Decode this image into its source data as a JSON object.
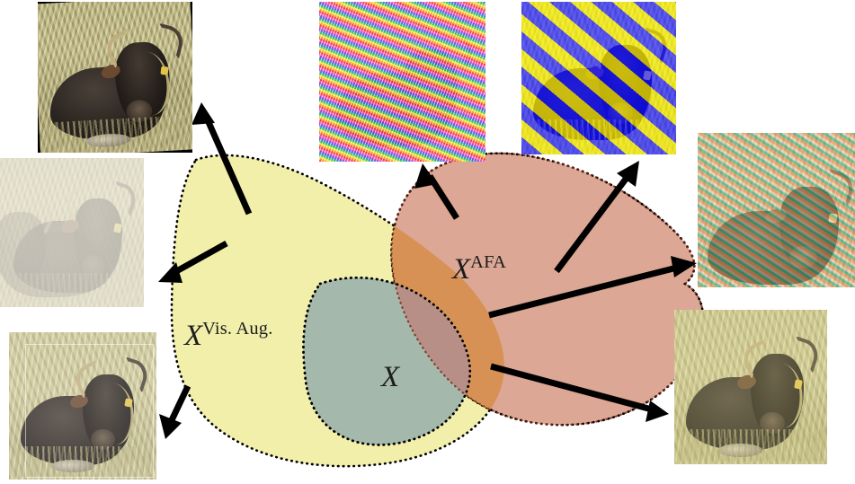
{
  "figure": {
    "type": "venn-style set diagram with image examples",
    "caption_labels": {
      "visual_augmentation_set": "X",
      "visual_augmentation_sup": "Vis. Aug.",
      "afa_set": "X",
      "afa_sup": "AFA",
      "clean_set": "X"
    }
  },
  "colors": {
    "yellow_set_fill": "#F1EFAA",
    "salmon_set_fill": "#DCA794",
    "teal_set_fill": "#A5B8AC",
    "yellow_salmon_overlap": "#D79154",
    "teal_salmon_overlap": "#B78F87",
    "outline": "#000000",
    "arrow": "#000000",
    "background": "#FFFFFF",
    "label_text": "#1C1C1C"
  },
  "sets": [
    {
      "id": "vis-aug-set",
      "label_base": "X",
      "label_sup": "Vis. Aug.",
      "fill": "#F1EFAA",
      "border": "dotted"
    },
    {
      "id": "afa-set",
      "label_base": "X",
      "label_sup": "AFA",
      "fill": "#DCA794",
      "border": "dotted"
    },
    {
      "id": "clean-set",
      "label_base": "X",
      "label_sup": "",
      "fill": "#A5B8AC",
      "border": "dotted"
    }
  ],
  "images": [
    {
      "id": "rotated-bull",
      "position": "top-left",
      "subject": "black bull lying in dry grass",
      "transform": "rotation / affine warp with black border",
      "belongs_to": "vis-aug-set"
    },
    {
      "id": "mixup-bull",
      "position": "mid-left",
      "subject": "black bull lying in dry grass",
      "transform": "washed-out mixup / overlay blend",
      "belongs_to": "vis-aug-set"
    },
    {
      "id": "colorjitter-bull",
      "position": "bottom-left",
      "subject": "black bull lying in dry grass",
      "transform": "brightness / contrast jitter with crop frame",
      "belongs_to": "vis-aug-set"
    },
    {
      "id": "rainbow-noise",
      "position": "top-center",
      "subject": "bull barely visible under adversarial noise",
      "transform": "high-frequency rainbow stripe perturbation",
      "belongs_to": "afa-set"
    },
    {
      "id": "blue-gold-stripes",
      "position": "top-right",
      "subject": "black bull under blue and yellow stripes",
      "transform": "coarse amplitude frequency attack stripes",
      "belongs_to": "afa-set"
    },
    {
      "id": "mint-orange-stripes",
      "position": "right",
      "subject": "black bull under green and orange fine stripes",
      "transform": "fine diagonal frequency attack pattern",
      "belongs_to": "afa-set"
    },
    {
      "id": "clean-bull",
      "position": "bottom-right",
      "subject": "black bull lying in dry grass",
      "transform": "unmodified clean sample",
      "belongs_to": "afa-set"
    }
  ],
  "arrows": [
    {
      "id": "arrow-to-rotated-bull",
      "from": "vis-aug-set",
      "to": "rotated-bull"
    },
    {
      "id": "arrow-to-mixup-bull",
      "from": "vis-aug-set",
      "to": "mixup-bull"
    },
    {
      "id": "arrow-to-colorjitter-bull",
      "from": "vis-aug-set",
      "to": "colorjitter-bull"
    },
    {
      "id": "arrow-to-rainbow-noise",
      "from": "afa-set",
      "to": "rainbow-noise"
    },
    {
      "id": "arrow-to-blue-gold-stripes",
      "from": "afa-set",
      "to": "blue-gold-stripes"
    },
    {
      "id": "arrow-to-mint-orange-stripes",
      "from": "afa-set",
      "to": "mint-orange-stripes"
    },
    {
      "id": "arrow-to-clean-bull",
      "from": "afa-set",
      "to": "clean-bull"
    }
  ]
}
